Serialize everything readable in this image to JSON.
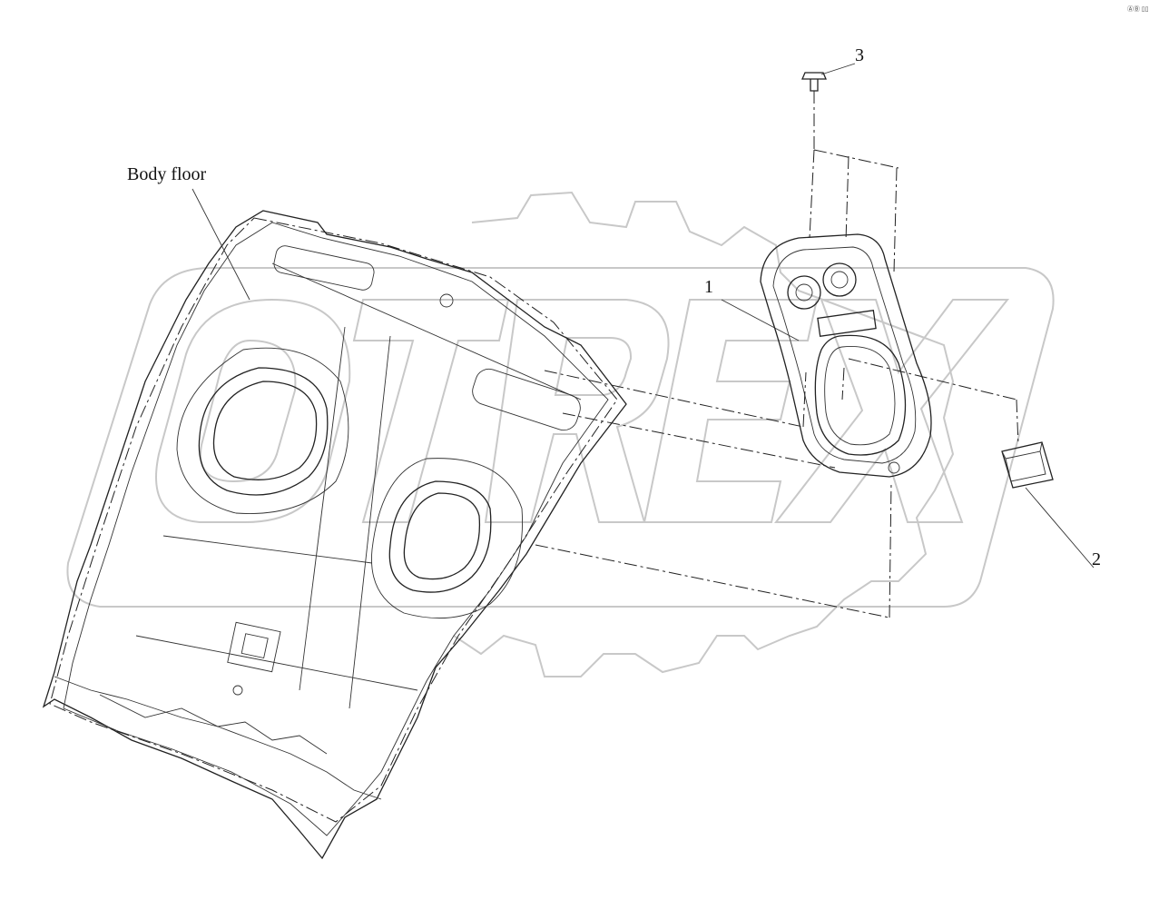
{
  "labels": {
    "body_floor": "Body floor",
    "part_1": "1",
    "part_2": "2",
    "part_3": "3"
  },
  "watermark": {
    "text": "OTREX",
    "color": "#c8c8c8"
  },
  "corner_mark": "ⒶⒷ ▯▯▯"
}
